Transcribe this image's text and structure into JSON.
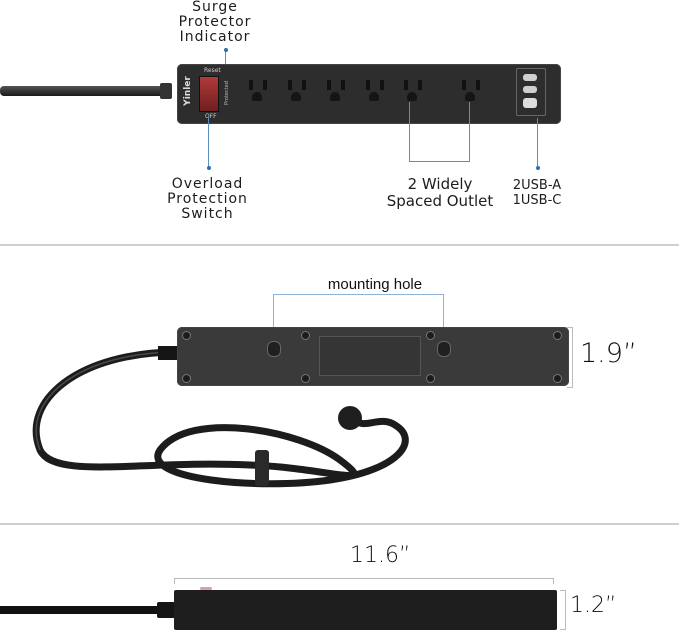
{
  "panel_top": {
    "surge_label": [
      "Surge",
      "Protector",
      "Indicator"
    ],
    "overload_label": [
      "Overload",
      "Protection",
      "Switch"
    ],
    "outlet_label": [
      "2 Widely",
      "Spaced Outlet"
    ],
    "usb_label": [
      "2USB-A",
      "1USB-C"
    ],
    "brand": "Yinler",
    "switch_top": "Reset",
    "switch_bottom": "OFF",
    "indicator_text": "Protected",
    "outlet_count": 6,
    "leader_color": "#2f6fb0"
  },
  "panel_middle": {
    "mounting_label": "mounting hole",
    "height_dim": "1.9”"
  },
  "panel_bottom": {
    "length_dim": "11.6”",
    "thickness_dim": "1.2”"
  }
}
